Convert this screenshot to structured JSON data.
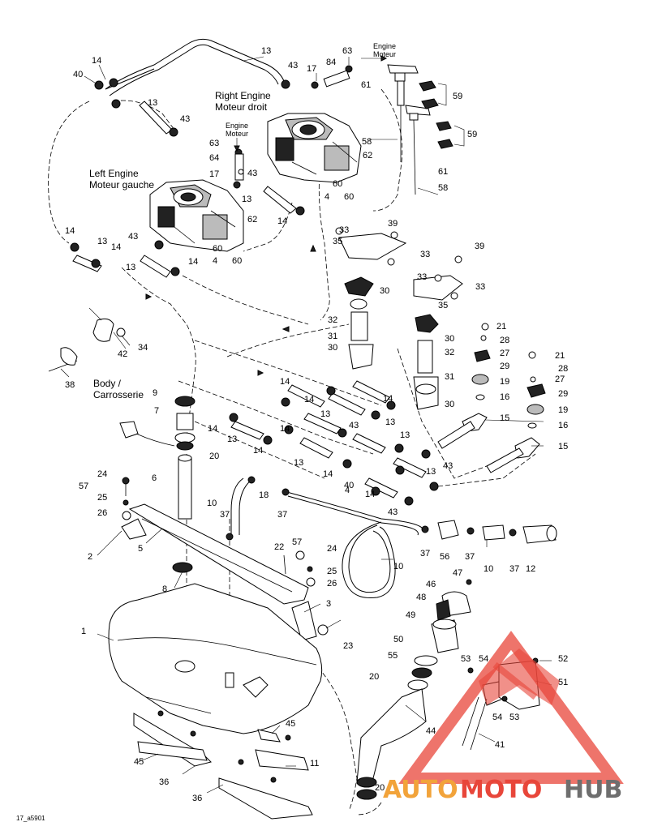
{
  "labels": {
    "right_engine_en": "Right Engine",
    "right_engine_fr": "Moteur droit",
    "left_engine_en": "Left Engine",
    "left_engine_fr": "Moteur gauche",
    "engine_top_en": "Engine",
    "engine_top_fr": "Moteur",
    "engine_mid_en": "Engine",
    "engine_mid_fr": "Moteur",
    "body_en": "Body /",
    "body_fr": "Carrosserie"
  },
  "reference": "17_a5901",
  "watermark": {
    "part1": "AUTO",
    "part2": "MOTO",
    "part3": "HUB",
    "color_red": "#e8463a",
    "color_orange": "#f2a33a",
    "color_gray": "#6e6e6e"
  },
  "callouts": [
    "1",
    "2",
    "3",
    "4",
    "4",
    "4",
    "5",
    "6",
    "7",
    "8",
    "9",
    "10",
    "10",
    "10",
    "11",
    "12",
    "13",
    "13",
    "13",
    "13",
    "13",
    "13",
    "13",
    "13",
    "13",
    "13",
    "13",
    "14",
    "14",
    "14",
    "14",
    "14",
    "14",
    "14",
    "14",
    "14",
    "14",
    "14",
    "14",
    "14",
    "15",
    "15",
    "16",
    "16",
    "17",
    "17",
    "18",
    "19",
    "19",
    "20",
    "20",
    "20",
    "21",
    "21",
    "22",
    "23",
    "24",
    "24",
    "25",
    "25",
    "26",
    "26",
    "27",
    "27",
    "28",
    "28",
    "29",
    "29",
    "30",
    "30",
    "30",
    "30",
    "31",
    "31",
    "32",
    "32",
    "33",
    "33",
    "33",
    "33",
    "34",
    "35",
    "35",
    "36",
    "36",
    "37",
    "37",
    "37",
    "37",
    "37",
    "38",
    "39",
    "39",
    "40",
    "40",
    "41",
    "42",
    "43",
    "43",
    "43",
    "43",
    "43",
    "43",
    "43",
    "44",
    "45",
    "45",
    "46",
    "47",
    "48",
    "49",
    "50",
    "51",
    "52",
    "53",
    "53",
    "54",
    "54",
    "55",
    "56",
    "57",
    "57",
    "58",
    "58",
    "59",
    "59",
    "60",
    "60",
    "60",
    "60",
    "61",
    "61",
    "62",
    "62",
    "63",
    "63",
    "64",
    "84"
  ]
}
